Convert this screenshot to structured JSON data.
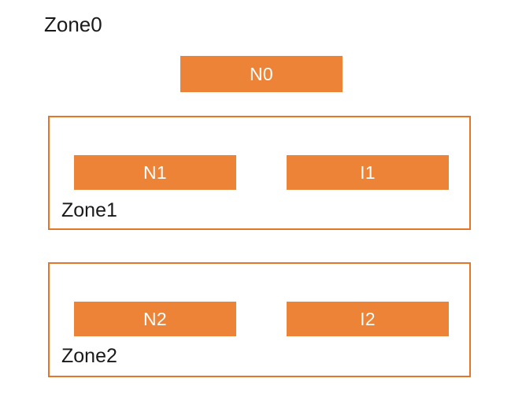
{
  "diagram": {
    "title": "Zone0",
    "background_color": "#ffffff",
    "node_fill_color": "#ED8336",
    "node_text_color": "#ffffff",
    "zone_border_color": "#E3762B",
    "zone_label_color": "#1a1a1a",
    "zones": [
      {
        "id": "zone0",
        "label": "Zone0",
        "bordered": false
      },
      {
        "id": "zone1",
        "label": "Zone1",
        "bordered": true
      },
      {
        "id": "zone2",
        "label": "Zone2",
        "bordered": true
      }
    ],
    "nodes": [
      {
        "id": "n0",
        "label": "N0",
        "zone": "Zone0"
      },
      {
        "id": "n1",
        "label": "N1",
        "zone": "Zone1"
      },
      {
        "id": "i1",
        "label": "I1",
        "zone": "Zone1"
      },
      {
        "id": "n2",
        "label": "N2",
        "zone": "Zone2"
      },
      {
        "id": "i2",
        "label": "I2",
        "zone": "Zone2"
      }
    ]
  }
}
